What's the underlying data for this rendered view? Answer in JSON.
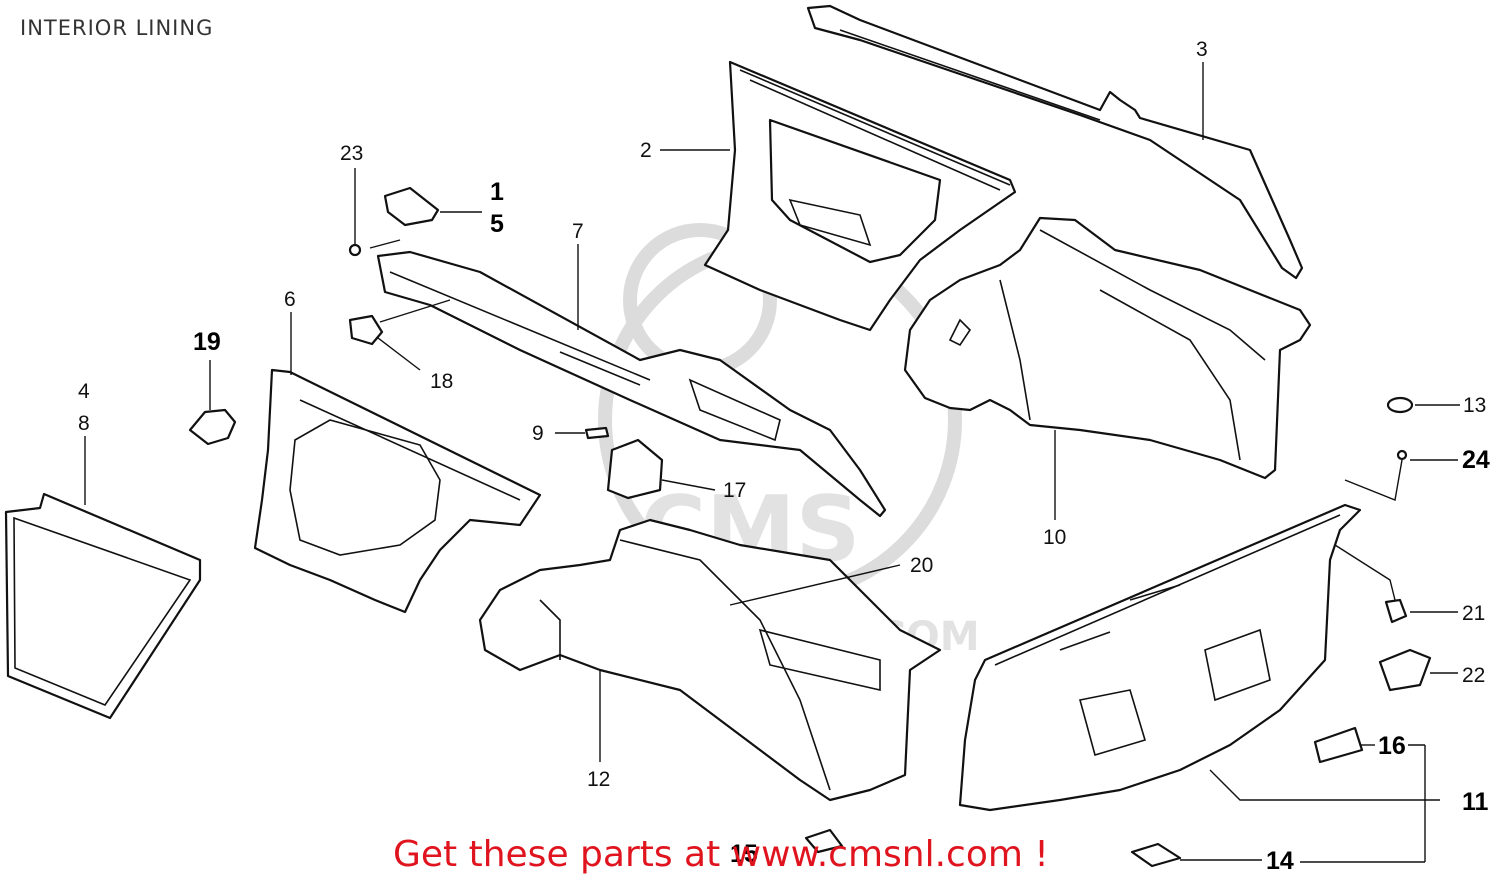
{
  "title": "INTERIOR LINING",
  "footer_text": "Get these parts at www.cmsnl.com !",
  "watermark": {
    "logo_text": "CMS",
    "url_text": "WWW.CMSNL.COM"
  },
  "callouts": [
    {
      "id": "c1",
      "label": "1",
      "bold": true
    },
    {
      "id": "c5",
      "label": "5",
      "bold": true
    },
    {
      "id": "c2",
      "label": "2",
      "bold": false
    },
    {
      "id": "c3",
      "label": "3",
      "bold": false
    },
    {
      "id": "c4",
      "label": "4",
      "bold": false
    },
    {
      "id": "c8",
      "label": "8",
      "bold": false
    },
    {
      "id": "c6",
      "label": "6",
      "bold": false
    },
    {
      "id": "c7",
      "label": "7",
      "bold": false
    },
    {
      "id": "c9",
      "label": "9",
      "bold": false
    },
    {
      "id": "c10",
      "label": "10",
      "bold": false
    },
    {
      "id": "c11",
      "label": "11",
      "bold": true
    },
    {
      "id": "c12",
      "label": "12",
      "bold": false
    },
    {
      "id": "c13",
      "label": "13",
      "bold": false
    },
    {
      "id": "c14",
      "label": "14",
      "bold": true
    },
    {
      "id": "c15",
      "label": "15",
      "bold": true
    },
    {
      "id": "c16",
      "label": "16",
      "bold": true
    },
    {
      "id": "c17",
      "label": "17",
      "bold": false
    },
    {
      "id": "c18",
      "label": "18",
      "bold": false
    },
    {
      "id": "c19",
      "label": "19",
      "bold": true
    },
    {
      "id": "c20",
      "label": "20",
      "bold": false
    },
    {
      "id": "c21",
      "label": "21",
      "bold": false
    },
    {
      "id": "c22",
      "label": "22",
      "bold": false
    },
    {
      "id": "c23",
      "label": "23",
      "bold": false
    },
    {
      "id": "c24",
      "label": "24",
      "bold": true
    }
  ],
  "colors": {
    "footer": "#e0141e",
    "lines": "#111111",
    "watermark": "#dcdcdc"
  }
}
